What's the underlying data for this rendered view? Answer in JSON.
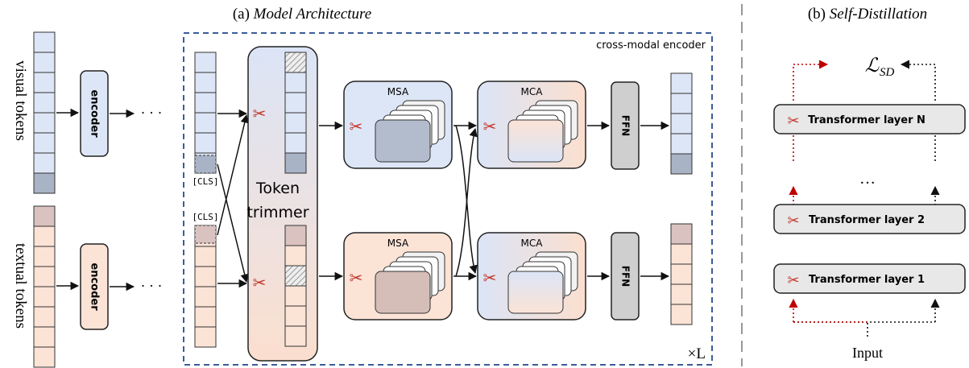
{
  "panel_a": {
    "caption_prefix": "(a)",
    "caption_title": "Model Architecture",
    "encoder_box_label": "cross-modal encoder",
    "repeat_label": "×L",
    "visual_side_label": "visual tokens",
    "textual_side_label": "textual tokens",
    "encoder_label": "encoder",
    "ellipsis": "· · ·",
    "cls_label": "[CLS]",
    "trimmer_line1": "Token",
    "trimmer_line2": "trimmer",
    "msa_label": "MSA",
    "mca_label": "MCA",
    "ffn_label": "FFN",
    "scissors_glyph": "✂"
  },
  "panel_b": {
    "caption_prefix": "(b)",
    "caption_title": "Self-Distillation",
    "loss_main": "ℒ",
    "loss_sub": "SD",
    "layer_n": "Transformer layer N",
    "layer_2": "Transformer layer 2",
    "layer_1": "Transformer layer 1",
    "vertical_dots": "…",
    "input_label": "Input",
    "scissors_glyph": "✂"
  },
  "colors": {
    "visual_fill": "#dde6f6",
    "visual_cls_fill": "#a9b3c6",
    "textual_fill": "#fbe3d6",
    "textual_cls_fill": "#d9c2bf",
    "encoder_box_stroke": "#3b5c9a",
    "ffn_fill": "#cfcfcf",
    "scissors_red": "#c0392b",
    "dotted_red": "#c00000"
  }
}
